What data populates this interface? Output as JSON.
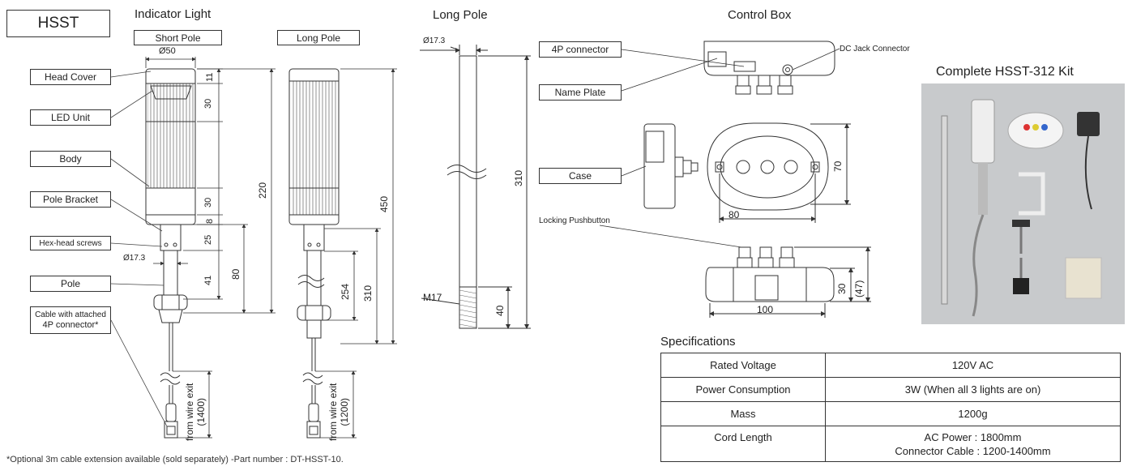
{
  "titles": {
    "hsst": "HSST",
    "indicator_light": "Indicator Light",
    "long_pole": "Long Pole",
    "control_box": "Control Box",
    "complete_kit": "Complete HSST-312 Kit",
    "specifications": "Specifications"
  },
  "pole_tabs": {
    "short": "Short Pole",
    "long": "Long Pole"
  },
  "callouts": {
    "head_cover": "Head Cover",
    "led_unit": "LED Unit",
    "body": "Body",
    "pole_bracket": "Pole Bracket",
    "hex_screws": "Hex-head screws",
    "pole": "Pole",
    "cable_line1": "Cable with attached",
    "cable_line2": "4P connector*",
    "connector_4p": "4P connector",
    "name_plate": "Name Plate",
    "case": "Case",
    "dc_jack": "DC Jack Connector",
    "locking_pushbutton": "Locking Pushbutton"
  },
  "dims": {
    "d50": "Ø50",
    "d17": "Ø17.3",
    "d17b": "Ø17.3",
    "h11": "11",
    "h30a": "30",
    "h30b": "30",
    "h8": "8",
    "h25": "25",
    "h41": "41",
    "h80": "80",
    "h220": "220",
    "h450": "450",
    "h254": "254",
    "h310a": "310",
    "h310b": "310",
    "h40": "40",
    "m17": "M17",
    "w80": "80",
    "h70": "70",
    "w100": "100",
    "h30c": "30",
    "h47": "(47)",
    "wire1": "from wire exit",
    "wire1b": "(1400)",
    "wire2": "from wire exit",
    "wire2b": "(1200)"
  },
  "specs": [
    {
      "label": "Rated Voltage",
      "value": "120V AC"
    },
    {
      "label": "Power Consumption",
      "value": "3W (When all 3 lights are on)"
    },
    {
      "label": "Mass",
      "value": "1200g"
    },
    {
      "label": "Cord Length",
      "value": "AC Power : 1800mm",
      "value2": "Connector Cable : 1200-1400mm"
    }
  ],
  "footnote": "*Optional 3m cable extension available (sold separately) -Part number : DT-HSST-10."
}
